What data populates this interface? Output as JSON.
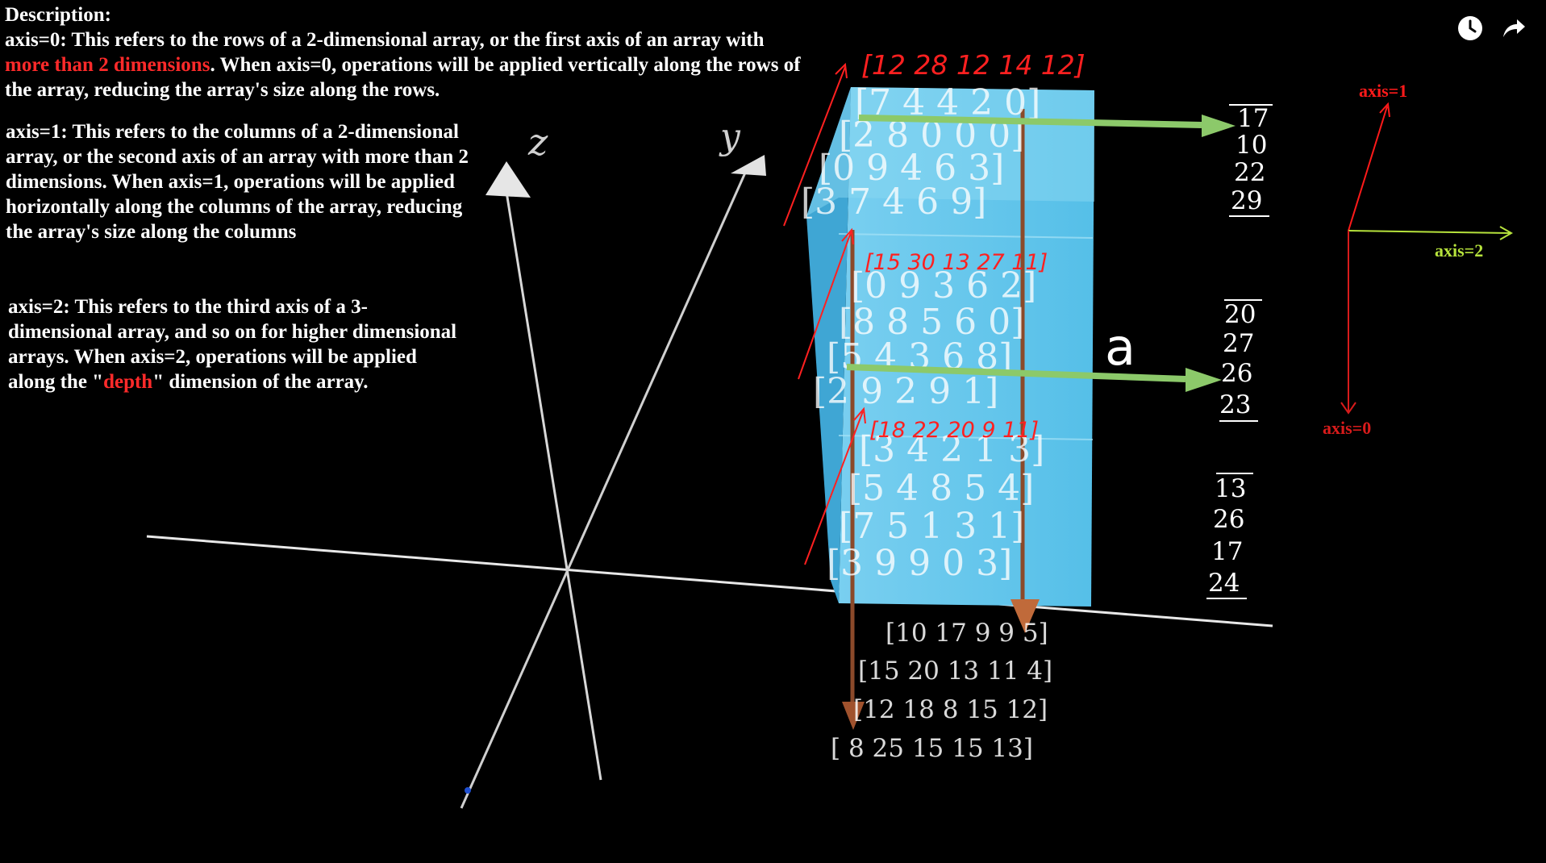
{
  "description": {
    "heading": "Description:",
    "axis0": {
      "before": "axis=0: This refers to the rows of a 2-dimensional array, or the first axis of an array with ",
      "highlight": "more than 2 dimensions",
      "after": ". When axis=0, operations will be applied vertically along the rows of the array, reducing the array's size along the rows."
    },
    "axis1": "axis=1: This refers to the columns of a 2-dimensional array, or the second axis of an array with more than 2 dimensions. When axis=1, operations will be applied horizontally along the columns of the array, reducing the array's size along the columns",
    "axis2": {
      "before": "axis=2: This refers to the third axis of a 3-dimensional array, and so on for higher dimensional arrays. When axis=2, operations will be applied along the \"",
      "highlight": "depth",
      "after": "\" dimension of the array."
    }
  },
  "axes": {
    "z": "z",
    "y": "y"
  },
  "array_label": "a",
  "slices": [
    {
      "rows": [
        "[7 4 4 2 0]",
        "[2 8 0 0 0]",
        "[0 9 4 6 3]",
        "[3 7 4 6 9]"
      ]
    },
    {
      "rows": [
        "[0 9 3 6 2]",
        "[8 8 5 6 0]",
        "[5 4 3 6 8]",
        "[2 9 2 9 1]"
      ]
    },
    {
      "rows": [
        "[3 4 2 1 3]",
        "[5 4 8 5 4]",
        "[7 5 1 3 1]",
        "[3 9 9 0 3]"
      ]
    }
  ],
  "column_sums": [
    "[12 28 12  14 12]",
    "[15 30 13 27 11]",
    "[18 22 20  9  11]"
  ],
  "row_sums": [
    [
      "17",
      "10",
      "22",
      "29"
    ],
    [
      "20",
      "27",
      "26",
      "23"
    ],
    [
      "13",
      "26",
      "17",
      "24"
    ]
  ],
  "depth_sums": [
    "[10 17 9 9 5]",
    "[15 20 13 11 4]",
    "[12 18 8 15 12]",
    "[ 8 25 15 15 13]"
  ],
  "legend": {
    "axis0": "axis=0",
    "axis1": "axis=1",
    "axis2": "axis=2"
  },
  "icons": {
    "watch_later": "clock-icon",
    "share": "share-arrow-icon"
  },
  "colors": {
    "background": "#000000",
    "highlight": "#ff2a2a",
    "prism": "#5ec4ea",
    "green_arrow": "#8cc96a",
    "brown_arrow": "#a0522d",
    "axis0": "#d81b1b",
    "axis1": "#ff1a1a",
    "axis2": "#b6e23c"
  }
}
